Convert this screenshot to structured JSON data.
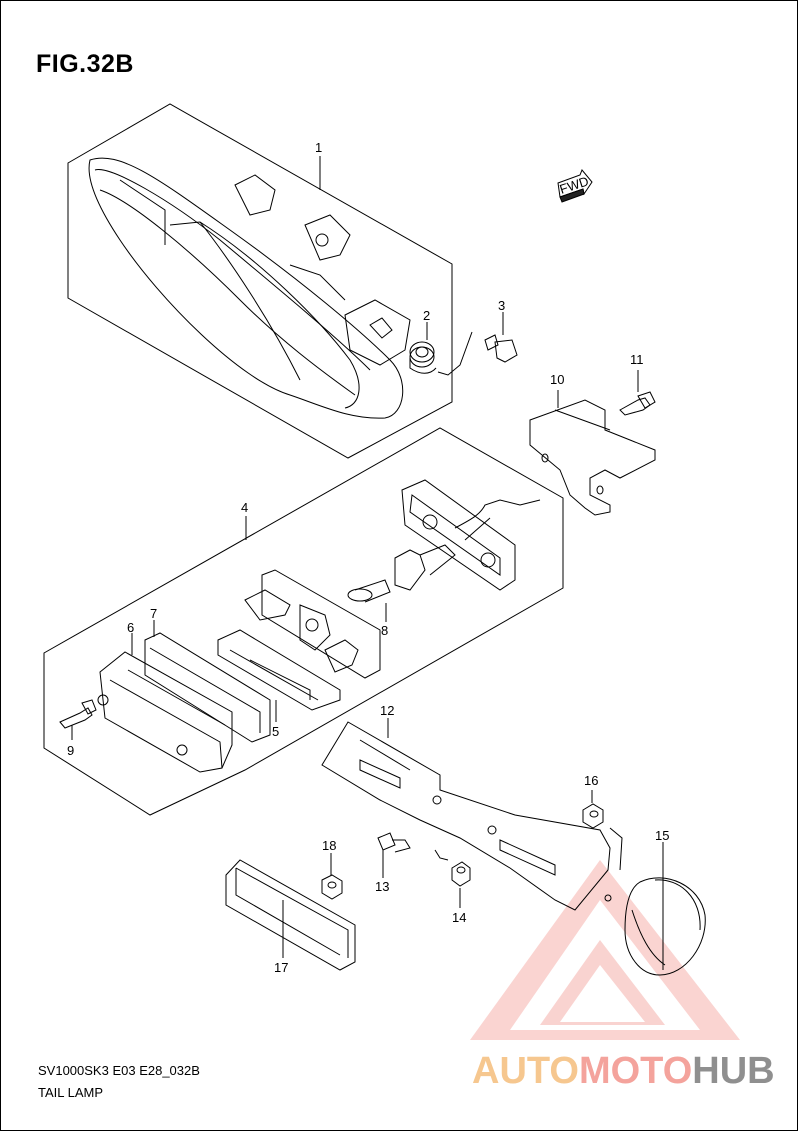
{
  "figure": {
    "title": "FIG.32B",
    "caption_code": "SV1000SK3 E03 E28_032B",
    "caption_name": "TAIL LAMP",
    "direction_badge": "FWD"
  },
  "callouts": [
    "1",
    "2",
    "3",
    "4",
    "5",
    "6",
    "7",
    "8",
    "9",
    "10",
    "11",
    "12",
    "13",
    "14",
    "15",
    "16",
    "17",
    "18"
  ],
  "watermark": {
    "part_a": "AUTO",
    "part_b": "MOTO",
    "part_c": "HUB",
    "colors": {
      "auto": "#f6c78f",
      "moto": "#f4a39c",
      "hub": "#8f8f8f",
      "triangle": "#f08a86"
    }
  },
  "colors": {
    "line": "#000000",
    "background": "#ffffff"
  },
  "icons": {
    "direction": "fwd-arrow-icon"
  }
}
